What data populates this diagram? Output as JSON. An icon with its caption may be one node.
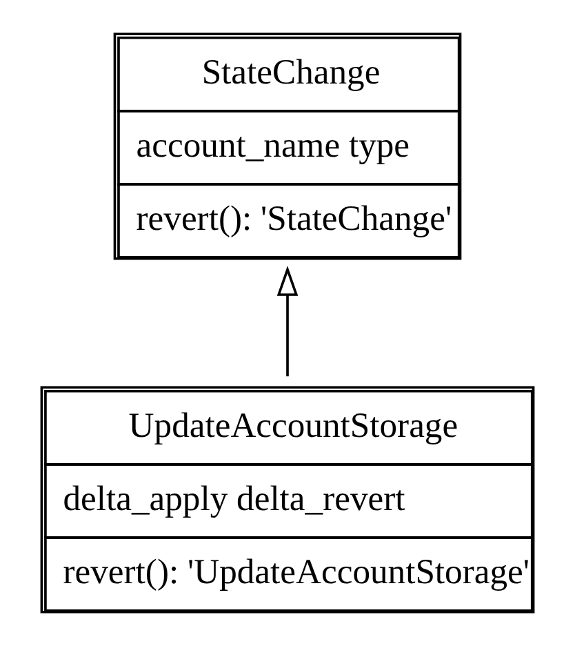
{
  "diagram": {
    "nodes": [
      {
        "text": [
          "StateChange",
          "account_name type",
          "revert(): 'StateChange'"
        ]
      },
      {
        "text": [
          "UpdateAccountStorage",
          "delta_apply delta_revert",
          "revert(): 'UpdateAccountStorage'"
        ]
      }
    ],
    "edges": [
      {
        "from": 1,
        "to": 0,
        "arrow": "to"
      }
    ]
  }
}
